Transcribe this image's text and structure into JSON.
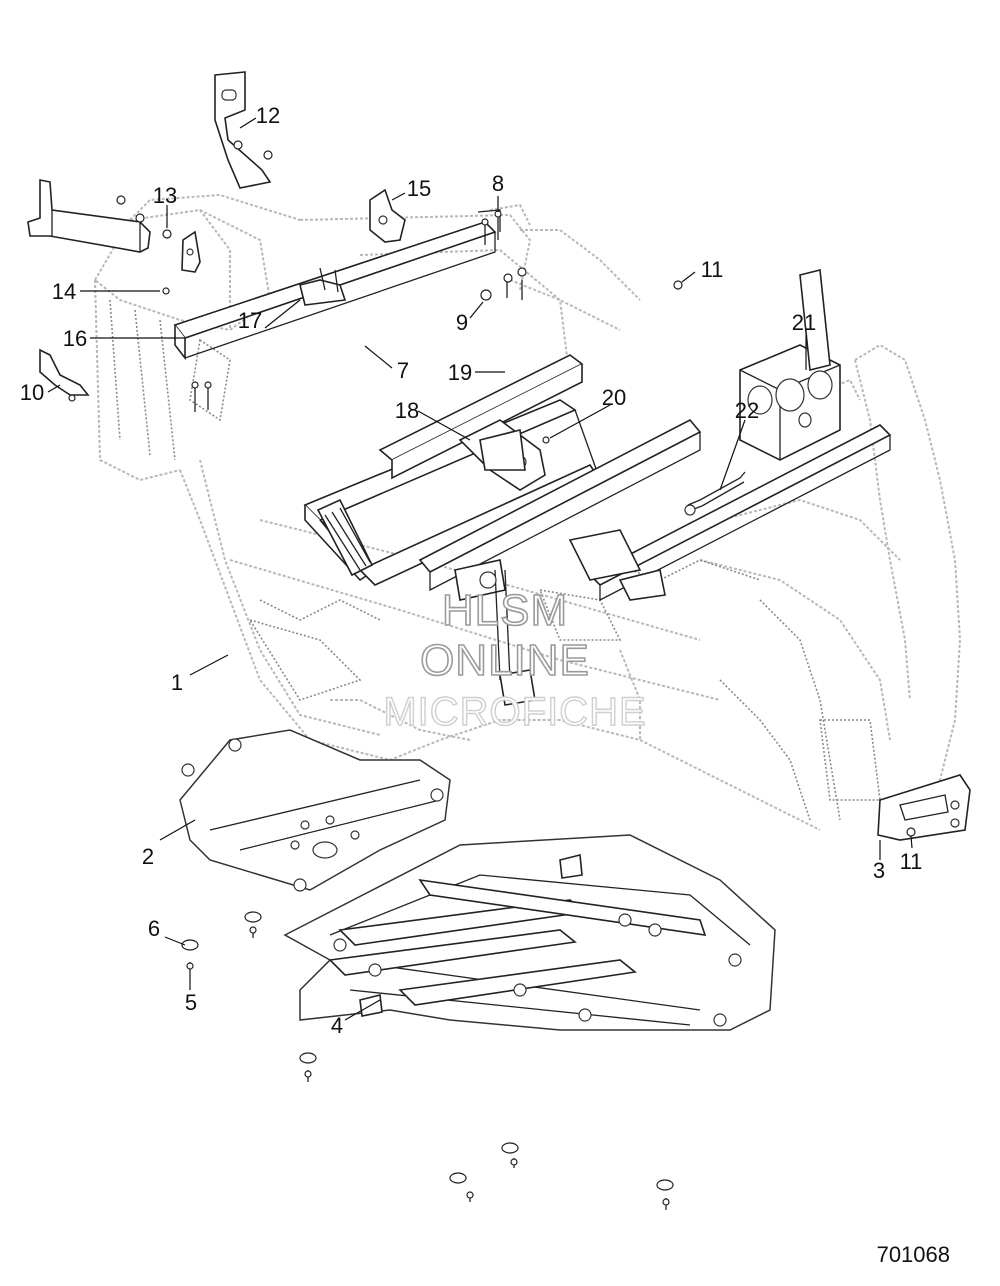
{
  "diagram": {
    "drawing_number": "701068",
    "watermark": [
      "HLSM",
      "ONLINE",
      "MICROFICHE"
    ],
    "callouts": [
      "1",
      "2",
      "3",
      "4",
      "5",
      "6",
      "7",
      "8",
      "9",
      "10",
      "11",
      "11",
      "12",
      "13",
      "14",
      "15",
      "16",
      "17",
      "18",
      "19",
      "20",
      "21",
      "22"
    ]
  }
}
